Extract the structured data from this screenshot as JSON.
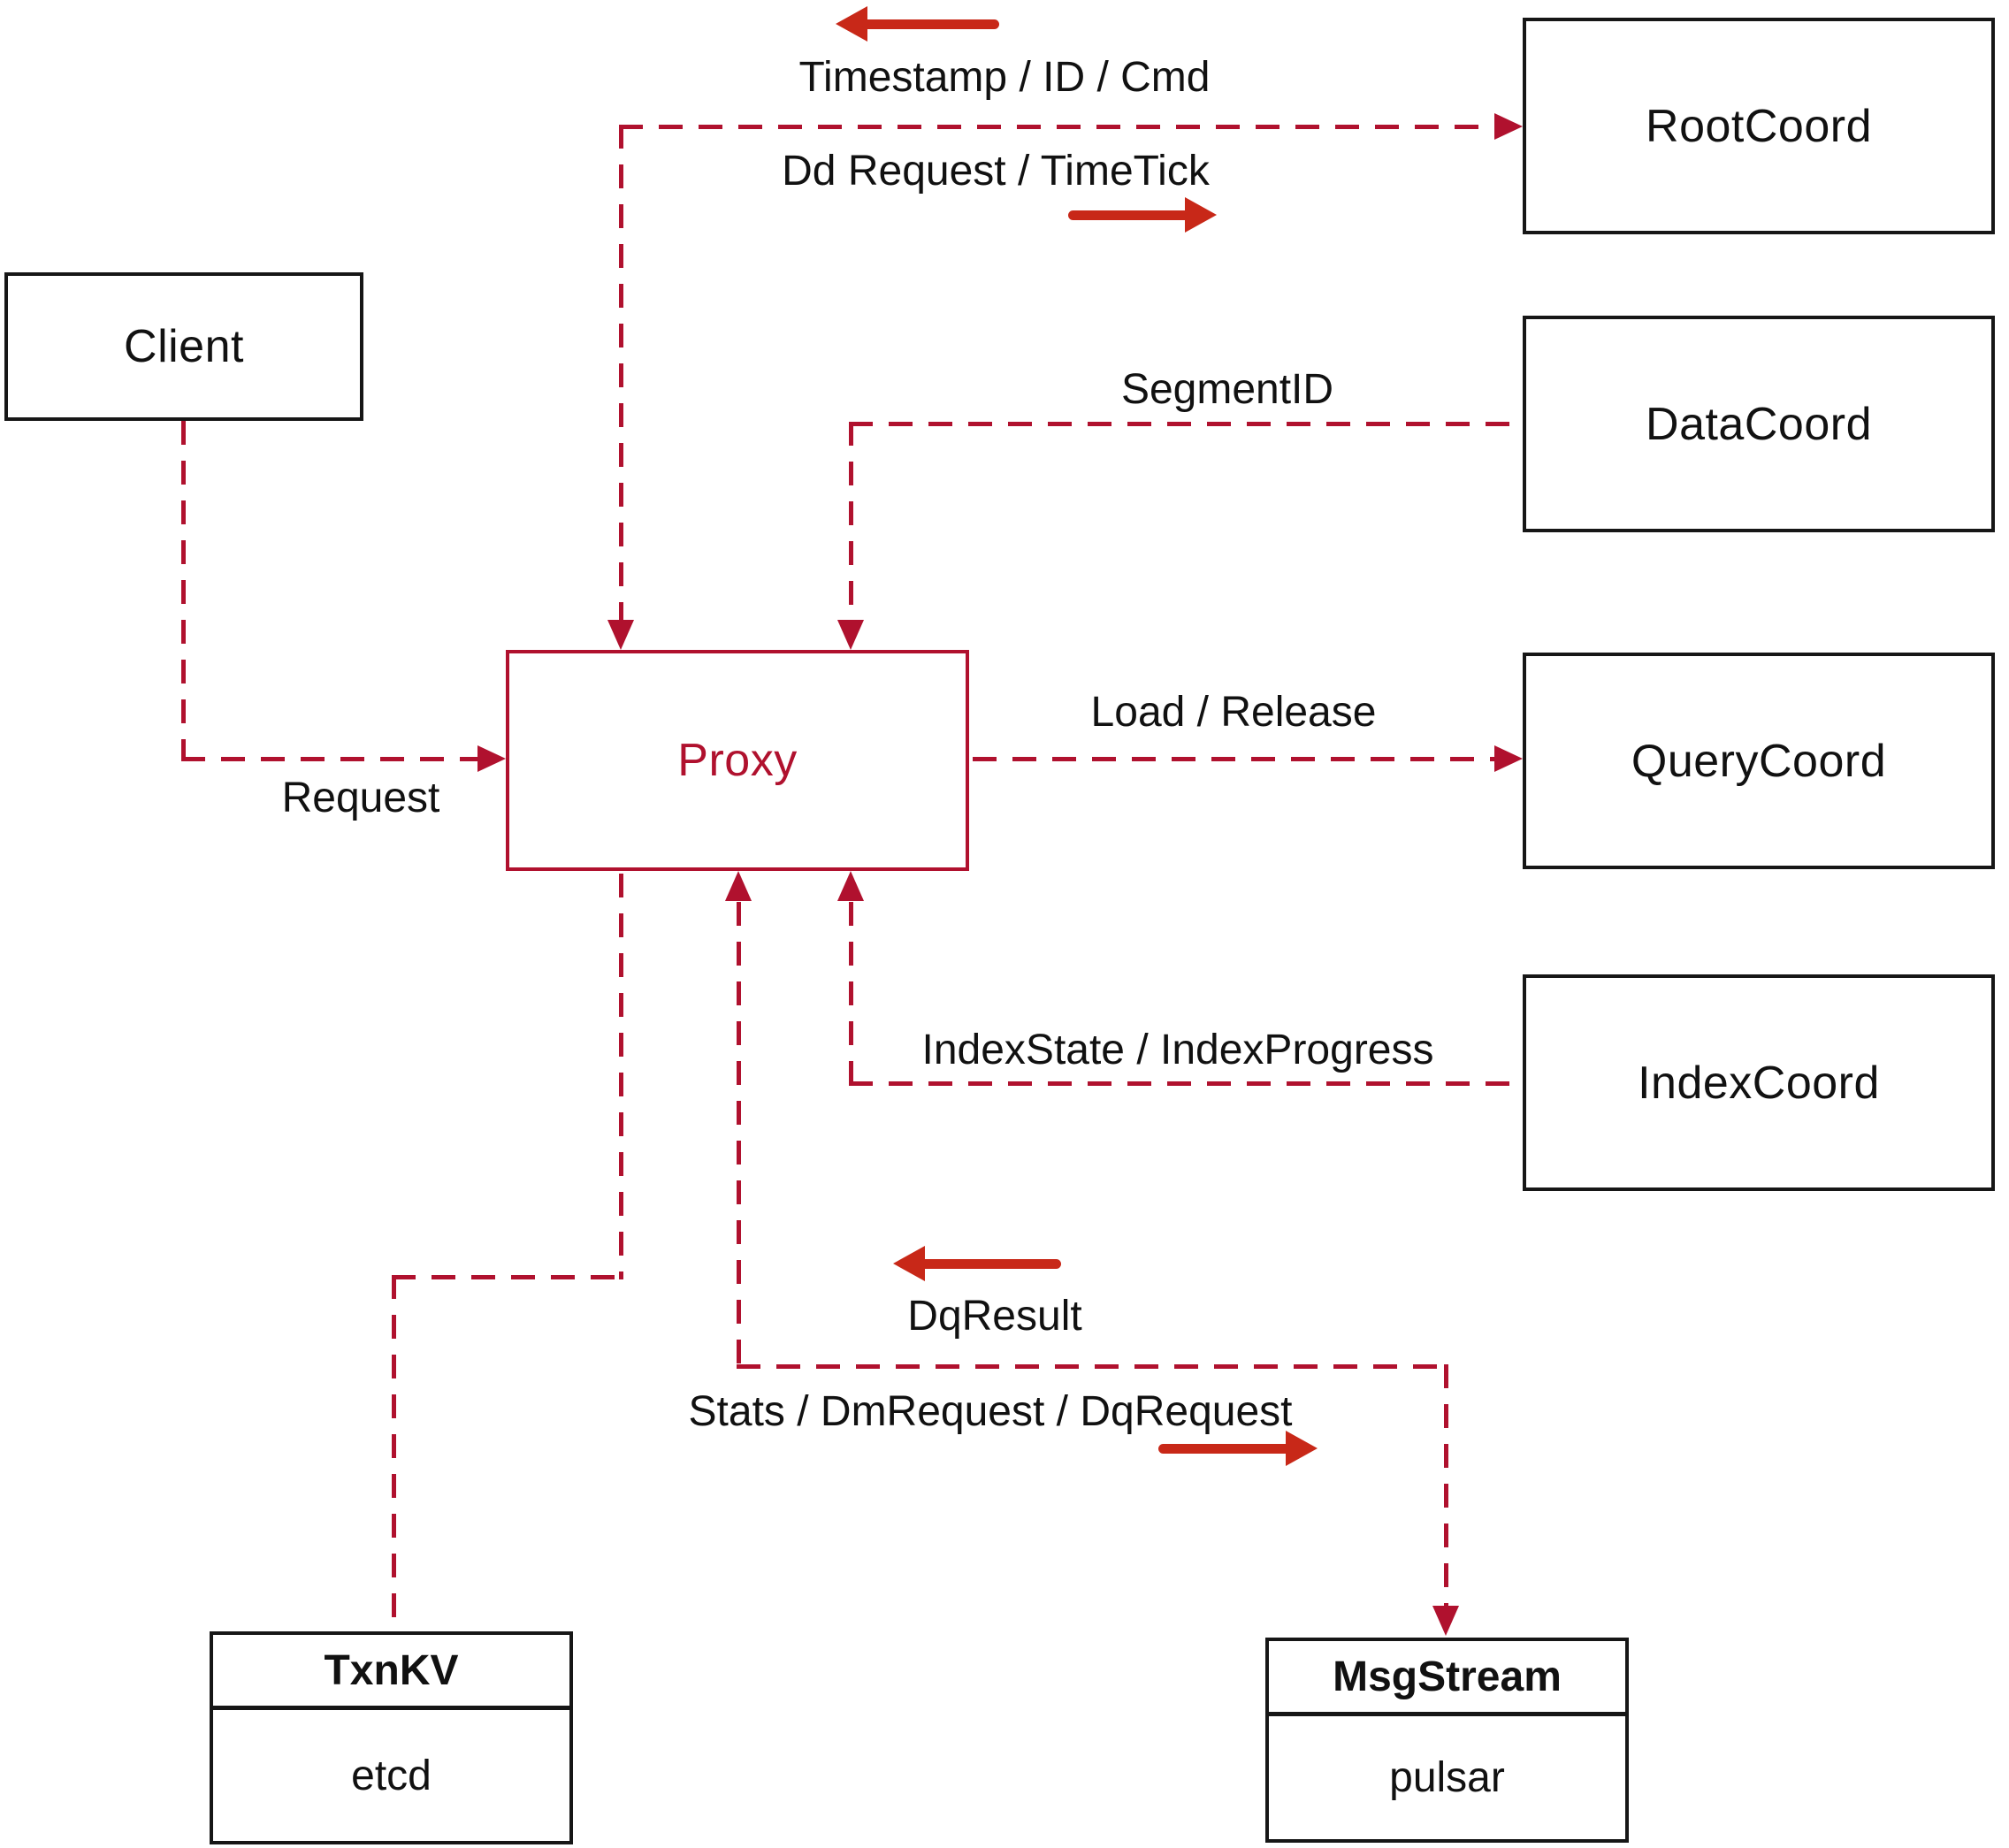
{
  "diagram": {
    "nodes": {
      "client": {
        "label": "Client"
      },
      "proxy": {
        "label": "Proxy"
      },
      "root_coord": {
        "label": "RootCoord"
      },
      "data_coord": {
        "label": "DataCoord"
      },
      "query_coord": {
        "label": "QueryCoord"
      },
      "index_coord": {
        "label": "IndexCoord"
      },
      "txn_kv": {
        "title": "TxnKV",
        "subtitle": "etcd"
      },
      "msg_stream": {
        "title": "MsgStream",
        "subtitle": "pulsar"
      }
    },
    "edges": {
      "root_to_proxy": {
        "label": "Timestamp / ID / Cmd"
      },
      "proxy_to_root": {
        "label": "Dd Request / TimeTick"
      },
      "data_to_proxy": {
        "label": "SegmentID"
      },
      "client_to_proxy": {
        "label": "Request"
      },
      "proxy_to_query": {
        "label": "Load / Release"
      },
      "index_to_proxy": {
        "label": "IndexState / IndexProgress"
      },
      "msg_to_proxy": {
        "label": "DqResult"
      },
      "proxy_to_msg": {
        "label": "Stats / DmRequest / DqRequest"
      }
    },
    "colors": {
      "dashed_line_red": "#B0112E",
      "solid_arrow_red": "#C82818",
      "box_border_black": "#161616",
      "text_black": "#111111",
      "background": "#FFFFFF"
    }
  }
}
